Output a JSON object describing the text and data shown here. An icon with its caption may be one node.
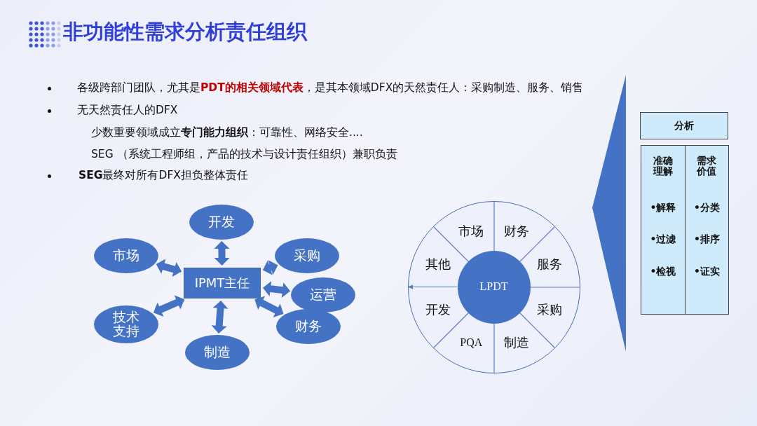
{
  "diagram": {
    "title": "非功能性需求分析责任组织",
    "nodes": [
      {
        "text": [
          "IPMT主任"
        ]
      },
      {
        "text": [
          "开发"
        ]
      },
      {
        "text": [
          "市场"
        ]
      },
      {
        "text": [
          "采购"
        ]
      },
      {
        "text": [
          "运营"
        ]
      },
      {
        "text": [
          "技术支持"
        ]
      },
      {
        "text": [
          "财务"
        ]
      },
      {
        "text": [
          "制造"
        ]
      },
      {
        "text": [
          "市场",
          "财务",
          "服务",
          "采购",
          "制造",
          "PQA",
          "开发",
          "其他"
        ]
      },
      {
        "text": [
          "LPDT"
        ],
        "in": 8
      },
      {
        "text": [],
        "shape": "triangle"
      },
      {
        "text": [
          "分析"
        ]
      },
      {
        "text": [
          "准确理解",
          "•解释",
          "•过滤",
          "•检视"
        ]
      },
      {
        "text": [
          "需求价值",
          "•分类",
          "•排序",
          "•证实"
        ]
      }
    ],
    "edges": [
      {
        "from": 0,
        "to": 1,
        "arrow": "both"
      },
      {
        "from": 0,
        "to": 2,
        "arrow": "both"
      },
      {
        "from": 0,
        "to": 3,
        "arrow": "both"
      },
      {
        "from": 0,
        "to": 4,
        "arrow": "both"
      },
      {
        "from": 0,
        "to": 5,
        "arrow": "both"
      },
      {
        "from": 0,
        "to": 6,
        "arrow": "both"
      },
      {
        "from": 0,
        "to": 7,
        "arrow": "both"
      },
      {
        "from": 9,
        "to": 8,
        "arrow": "to"
      }
    ],
    "labels": [
      "各级跨部门团队，尤其是**PDT的相关领域代表**，是其本领域DFX的天然责任人：采购制造、服务、销售",
      "无天然责任人的DFX",
      "少数重要领域成立**专门能力组织**：可靠性、网络安全....",
      "SEG （系统工程师组，产品的技术与设计责任组织）兼职负责",
      "**SEG**最终对所有DFX担负整体责任"
    ]
  }
}
